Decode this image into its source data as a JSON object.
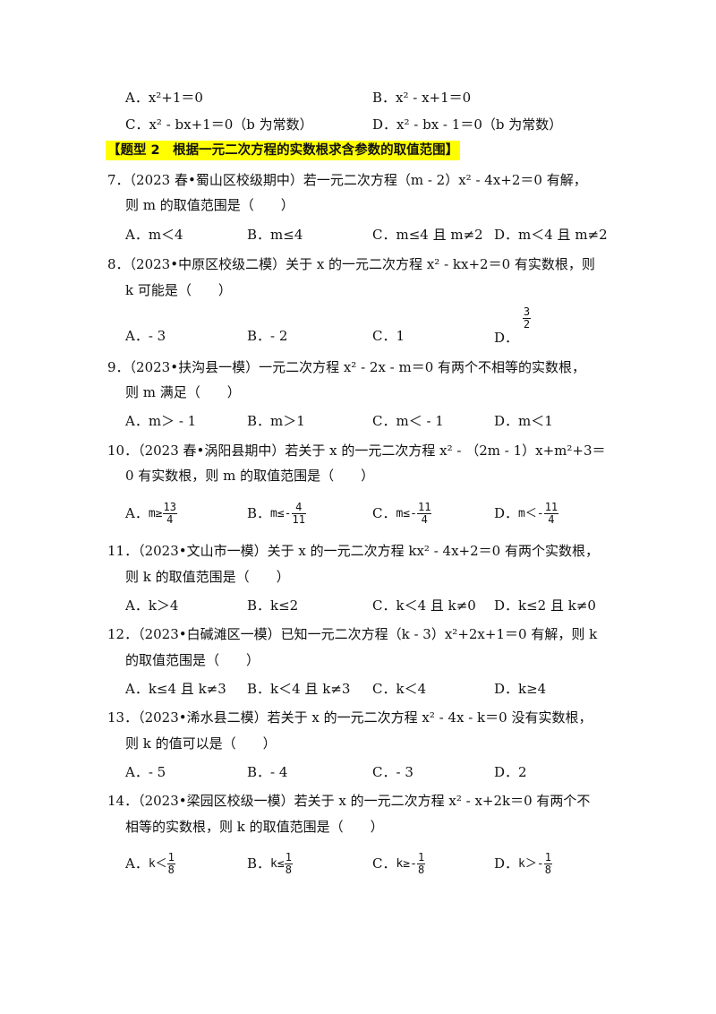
{
  "top_options": {
    "a": "A．x²+1＝0",
    "b": "B．x² - x+1＝0",
    "c": "C．x² - bx+1＝0（b 为常数）",
    "d": "D．x² - bx - 1＝0（b 为常数）"
  },
  "section_title": "【题型 2　根据一元二次方程的实数根求含参数的取值范围】",
  "q7": {
    "line1": "7．（2023 春•蜀山区校级期中）若一元二次方程（m - 2）x² - 4x+2＝0 有解，",
    "line2": "则 m 的取值范围是（　　）",
    "a": "A．m＜4",
    "b": "B．m≤4",
    "c": "C．m≤4 且 m≠2",
    "d": "D．m＜4 且 m≠2"
  },
  "q8": {
    "line1": "8．（2023•中原区校级二模）关于 x 的一元二次方程 x² - kx+2＝0 有实数根，则",
    "line2": "k 可能是（　　）",
    "a": "A．- 3",
    "b": "B．- 2",
    "c": "C．1",
    "d_label": "D．",
    "d_num": "3",
    "d_den": "2"
  },
  "q9": {
    "line1": "9．（2023•扶沟县一模）一元二次方程 x² - 2x - m＝0 有两个不相等的实数根，",
    "line2": "则 m 满足（　　）",
    "a": "A．m＞ - 1",
    "b": "B．m＞1",
    "c": "C．m＜ - 1",
    "d": "D．m＜1"
  },
  "q10": {
    "line1": "10．（2023 春•涡阳县期中）若关于 x 的一元二次方程 x² - （2m - 1）x+m²+3＝",
    "line2": "0 有实数根，则 m 的取值范围是（　　）",
    "a_label": "A．",
    "a_expr": "m≥",
    "a_num": "13",
    "a_den": "4",
    "b_label": "B．",
    "b_expr": "m≤-",
    "b_num": "4",
    "b_den": "11",
    "c_label": "C．",
    "c_expr": "m≤-",
    "c_num": "11",
    "c_den": "4",
    "d_label": "D．",
    "d_expr": "m＜-",
    "d_num": "11",
    "d_den": "4"
  },
  "q11": {
    "line1": "11．（2023•文山市一模）关于 x 的一元二次方程 kx² - 4x+2＝0 有两个实数根，",
    "line2": "则 k 的取值范围是（　　）",
    "a": "A．k＞4",
    "b": "B．k≤2",
    "c": "C．k＜4 且 k≠0",
    "d": "D．k≤2 且 k≠0"
  },
  "q12": {
    "line1": "12．（2023•白碱滩区一模）已知一元二次方程（k - 3）x²+2x+1＝0 有解，则 k",
    "line2": "的取值范围是（　　）",
    "a": "A．k≤4 且 k≠3",
    "b": "B．k＜4 且 k≠3",
    "c": "C．k＜4",
    "d": "D．k≥4"
  },
  "q13": {
    "line1": "13．（2023•浠水县二模）若关于 x 的一元二次方程 x² - 4x - k＝0 没有实数根，",
    "line2": "则 k 的值可以是（　　）",
    "a": "A．- 5",
    "b": "B．- 4",
    "c": "C．- 3",
    "d": "D．2"
  },
  "q14": {
    "line1": "14．（2023•梁园区校级一模）若关于 x 的一元二次方程 x² - x+2k＝0 有两个不",
    "line2": "相等的实数根，则 k 的取值范围是（　　）",
    "a_label": "A．",
    "a_expr": "k＜",
    "a_num": "1",
    "a_den": "8",
    "b_label": "B．",
    "b_expr": "k≤",
    "b_num": "1",
    "b_den": "8",
    "c_label": "C．",
    "c_expr": "k≥-",
    "c_num": "1",
    "c_den": "8",
    "d_label": "D．",
    "d_expr": "k＞-",
    "d_num": "1",
    "d_den": "8"
  }
}
